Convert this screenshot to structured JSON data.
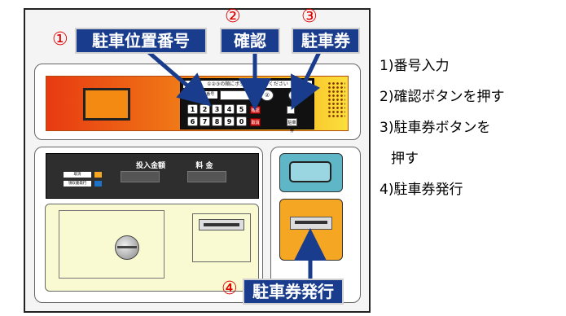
{
  "callouts": {
    "c1": {
      "num": "①",
      "label": "駐車位置番号"
    },
    "c2": {
      "num": "②",
      "label": "確認"
    },
    "c3": {
      "num": "③",
      "label": "駐車券"
    },
    "c4": {
      "num": "④",
      "label": "駐車券発行"
    }
  },
  "machine": {
    "instruction": "①②③の順にボタンを押してください",
    "input_label": "①駐車位置番号",
    "keypad_top": [
      "1",
      "2",
      "3",
      "4",
      "5"
    ],
    "keypad_bottom": [
      "6",
      "7",
      "8",
      "9",
      "0"
    ],
    "label_deposit": "投入金額",
    "label_fee": "料 金",
    "legend_1": "取消",
    "legend_2": "領収書発行",
    "key_red_1": "確認",
    "key_red_2": "取消",
    "key_white_1": "",
    "key_white_2": "駐車券"
  },
  "steps": [
    "1)番号入力",
    "2)確認ボタンを押す",
    "3)駐車券ボタンを",
    "押す",
    "4)駐車券発行"
  ],
  "colors": {
    "callout_bg": "#1a3c8c",
    "callout_num": "#e00000",
    "arrow": "#1a3c8c",
    "panel_orange": "#f07a16",
    "button_teal": "#5fb6c7"
  }
}
